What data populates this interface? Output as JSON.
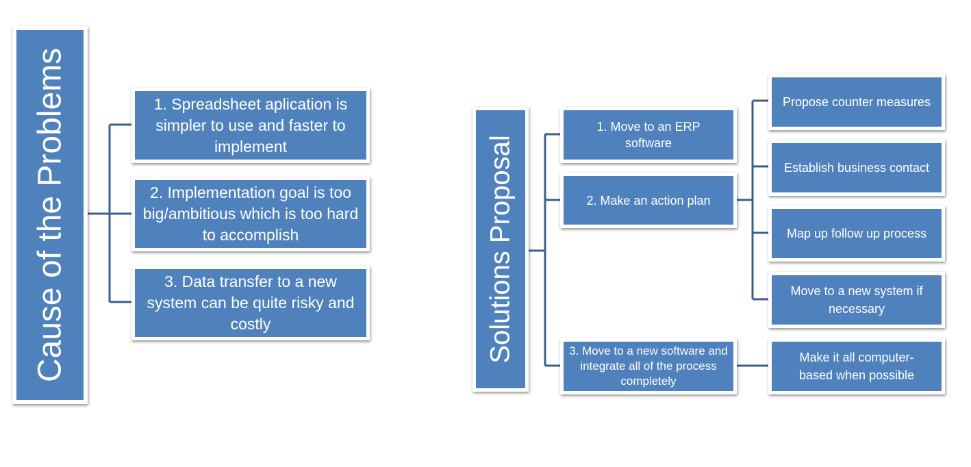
{
  "colors": {
    "node_fill": "#4f81bd",
    "connector": "#3a5f8b",
    "text": "#ffffff"
  },
  "left_tree": {
    "title": "Cause of the Problems",
    "items": [
      "1. Spreadsheet aplication is simpler to use and faster to implement",
      "2. Implementation goal is too big/ambitious which is too hard to accomplish",
      "3. Data transfer to a new system can be quite risky and costly"
    ]
  },
  "right_tree": {
    "title": "Solutions Proposal",
    "items": [
      "1. Move to an ERP software",
      "2. Make an action plan",
      "3. Move to a new software and integrate all of the process completely"
    ],
    "action_plan_steps": [
      "Propose counter measures",
      "Establish business contact",
      "Map up follow up process",
      "Move to a new system if necessary"
    ],
    "software_step": "Make it all computer-based when possible"
  }
}
